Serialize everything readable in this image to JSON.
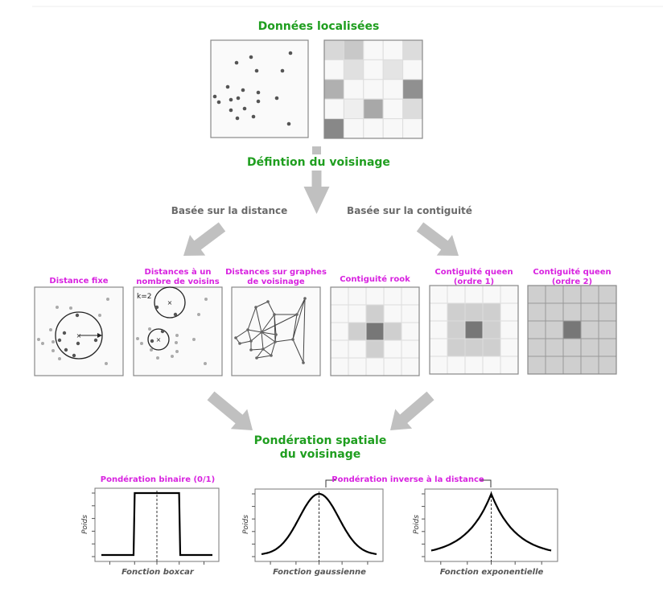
{
  "titles": {
    "localized_data": "Données localisées",
    "neighborhood_definition": "Défintion du voisinage",
    "spatial_weighting_line1": "Pondération spatiale",
    "spatial_weighting_line2": "du voisinage"
  },
  "branches": {
    "distance": "Basée sur la distance",
    "contiguity": "Basée sur la contiguité"
  },
  "panels": [
    {
      "title_line1": "Distance fixe"
    },
    {
      "title_line1": "Distances à un",
      "title_line2": "nombre de voisins",
      "k_label": "k=2"
    },
    {
      "title_line1": "Distances sur graphes",
      "title_line2": "de voisinage"
    },
    {
      "title_line1": "Contiguité rook"
    },
    {
      "title_line1": "Contiguité queen",
      "title_line2": "(ordre 1)"
    },
    {
      "title_line1": "Contiguité queen",
      "title_line2": "(ordre 2)"
    }
  ],
  "weighting": {
    "binary_title": "Pondération binaire (0/1)",
    "inverse_title": "Pondération inverse à la distance",
    "ylabel": "Poids",
    "plots": [
      {
        "type": "boxcar",
        "xlabel": "Fonction boxcar"
      },
      {
        "type": "gaussian",
        "xlabel": "Fonction gaussienne"
      },
      {
        "type": "exponential",
        "xlabel": "Fonction exponentielle"
      }
    ]
  },
  "colors": {
    "heading": "#1f9e1f",
    "subheading": "#d822e0",
    "branch_label": "#6a6a6a",
    "arrow": "#c0c0c0"
  }
}
